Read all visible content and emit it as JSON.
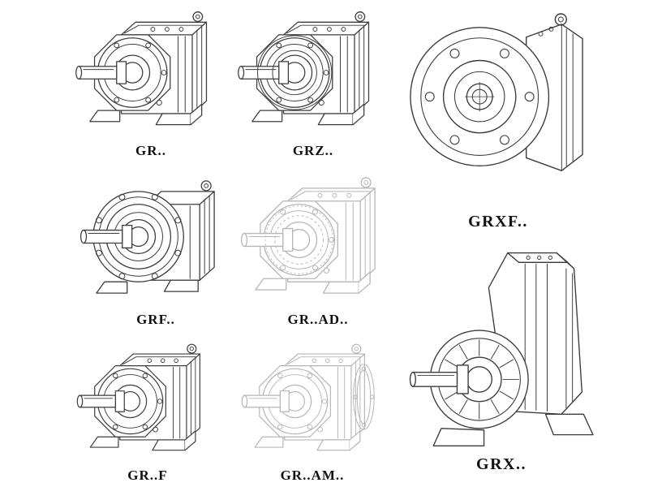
{
  "page": {
    "background": "#ffffff",
    "line_color": "#3c3c3c",
    "ghost_line_color": "#b6b6b6",
    "label_color": "#111111"
  },
  "items": [
    {
      "id": "gr",
      "label": "GR.."
    },
    {
      "id": "grz",
      "label": "GRZ.."
    },
    {
      "id": "grxf",
      "label": "GRXF.."
    },
    {
      "id": "grf",
      "label": "GRF.."
    },
    {
      "id": "grad",
      "label": "GR..AD.."
    },
    {
      "id": "grff",
      "label": "GR..F"
    },
    {
      "id": "gram",
      "label": "GR..AM.."
    },
    {
      "id": "grx",
      "label": "GRX.."
    }
  ]
}
